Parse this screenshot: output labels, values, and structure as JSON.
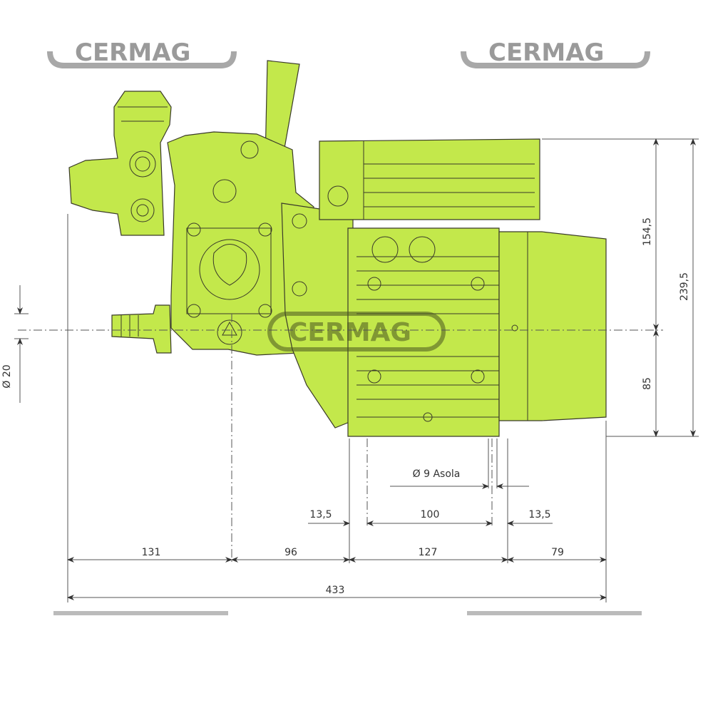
{
  "watermark": {
    "brand": "CERMAG"
  },
  "colors": {
    "body": "#c3e84b",
    "outline": "#3a3a2a",
    "dimension": "#555555",
    "watermark": "#9a9a9a"
  },
  "dimensions": {
    "horizontal": {
      "d131": "131",
      "d96": "96",
      "d127": "127",
      "d79": "79",
      "total": "433",
      "left_13_5": "13,5",
      "d100": "100",
      "right_13_5": "13,5",
      "slot": "Ø 9 Asola"
    },
    "vertical": {
      "d154_5": "154,5",
      "d239_5": "239,5",
      "d85": "85",
      "outlet_diameter": "Ø 20"
    }
  }
}
